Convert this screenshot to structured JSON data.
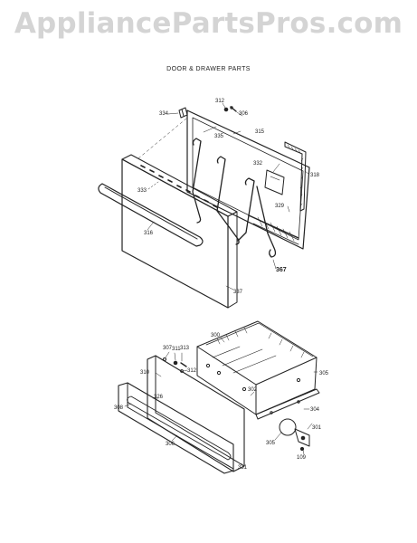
{
  "watermark": "AppliancePartsPros.com",
  "title": "DOOR & DRAWER PARTS",
  "callouts": {
    "c334": "334",
    "c312a": "312",
    "c306a": "306",
    "c335": "335",
    "c315": "315",
    "c318": "318",
    "c332": "332",
    "c333": "333",
    "c329": "329",
    "c316": "316",
    "c367": "367",
    "c337": "337",
    "c300": "300",
    "c307": "307",
    "c311": "311",
    "c313": "313",
    "c312b": "312",
    "c310": "310",
    "c305a": "305",
    "c302": "302",
    "c326": "326",
    "c308": "308",
    "c304": "304",
    "c301": "301",
    "c305b": "305",
    "c306b": "306",
    "c109": "109",
    "c331": "331"
  }
}
